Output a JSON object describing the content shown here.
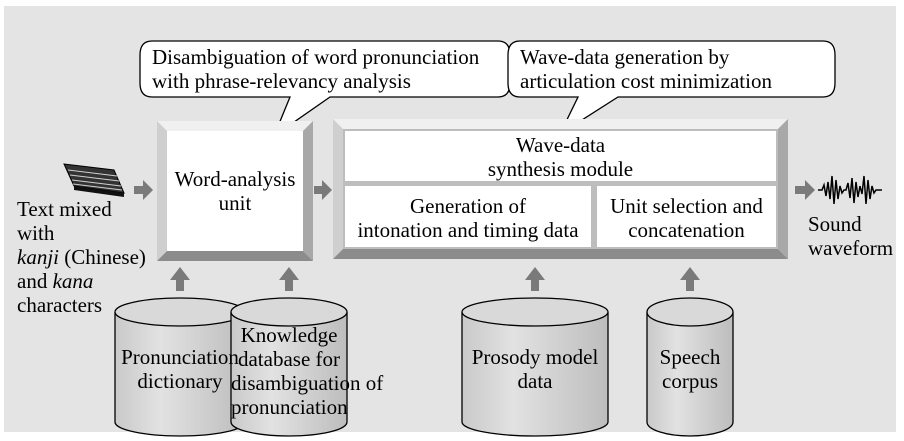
{
  "callouts": {
    "left": [
      "Disambiguation of word pronunciation",
      "with phrase-relevancy analysis"
    ],
    "right": [
      "Wave-data generation by",
      "articulation cost minimization"
    ]
  },
  "input": {
    "icon": "keyboard-icon",
    "label": [
      "Text mixed",
      "with",
      "(Chinese)",
      "and",
      "characters"
    ],
    "italic_words": [
      "kanji",
      "kana"
    ]
  },
  "word_analysis": {
    "label": [
      "Word-analysis",
      "unit"
    ]
  },
  "synthesis": {
    "title": [
      "Wave-data",
      "synthesis module"
    ],
    "intonation": [
      "Generation of",
      "intonation and timing data"
    ],
    "unit_selection": [
      "Unit selection and",
      "concatenation"
    ]
  },
  "output": {
    "icon": "sound-waveform-icon",
    "label": [
      "Sound",
      "waveform"
    ]
  },
  "databases": {
    "pronunciation": [
      "Pronunciation",
      "dictionary"
    ],
    "knowledge": [
      "Knowledge",
      "database for",
      "disambiguation of",
      "pronunciation"
    ],
    "prosody": [
      "Prosody model",
      "data"
    ],
    "speech": [
      "Speech",
      "corpus"
    ]
  },
  "colors": {
    "panel": "#e4e4e4",
    "box_face": "#ffffff",
    "bevel_light": "#f0f0f0",
    "bevel_dark": "#8c8c8c",
    "cylinder": "#d6d6d6",
    "arrow": "#7a7a7a"
  }
}
